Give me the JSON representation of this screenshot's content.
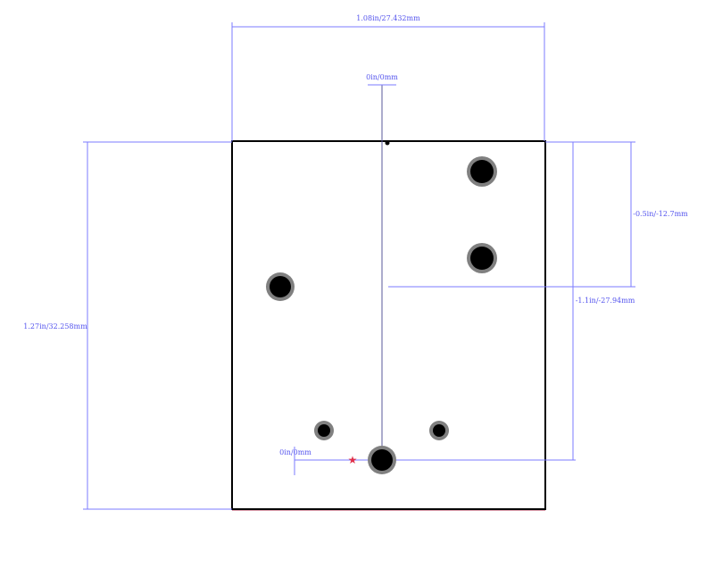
{
  "dimensions": {
    "width": "1.08in/27.432mm",
    "height": "1.27in/32.258mm",
    "origin_x": "0in/0mm",
    "origin_y": "0in/0mm",
    "offset_a": "-0.5in/-12.7mm",
    "offset_b": "-1.1in/-27.94mm"
  },
  "colors": {
    "dimension": "#7b7bff",
    "outline": "#000000",
    "pad_ring": "#808080",
    "origin_marker": "#e0304a"
  }
}
